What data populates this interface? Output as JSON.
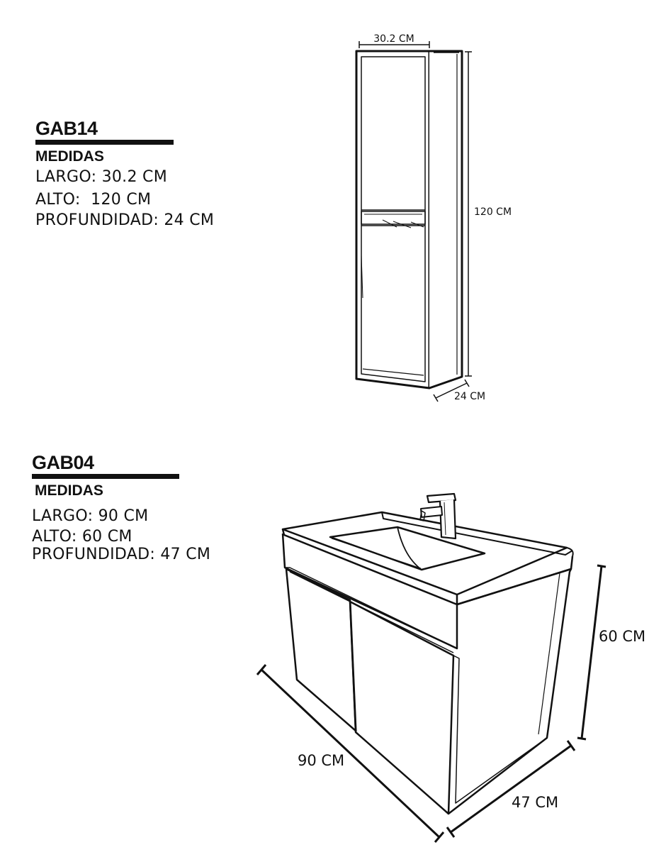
{
  "products": [
    {
      "model": "GAB14",
      "heading": "MEDIDAS",
      "lines": [
        "LARGO: 30.2 CM",
        "ALTO:  120 CM",
        "PROFUNDIDAD: 24 CM"
      ],
      "dimension_labels": {
        "width": "30.2 CM",
        "height": "120 CM",
        "depth": "24 CM"
      }
    },
    {
      "model": "GAB04",
      "heading": "MEDIDAS",
      "lines": [
        "LARGO: 90 CM",
        "ALTO: 60 CM",
        "PROFUNDIDAD: 47 CM"
      ],
      "dimension_labels": {
        "width": "90 CM",
        "height": "60 CM",
        "depth": "47 CM"
      }
    }
  ],
  "colors": {
    "ink": "#111111",
    "background": "#ffffff"
  }
}
